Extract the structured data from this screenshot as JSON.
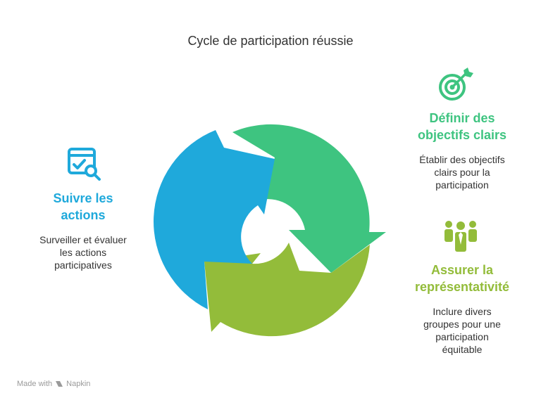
{
  "title": "Cycle de participation réussie",
  "colors": {
    "green": "#3EC480",
    "olive": "#93BC3A",
    "blue": "#1FA9DB"
  },
  "steps": [
    {
      "heading": "Définir des\nobjectifs clairs",
      "description": "Établir des objectifs\nclairs pour la\nparticipation",
      "icon": "target-icon",
      "color": "#3EC480"
    },
    {
      "heading": "Assurer la\nreprésentativité",
      "description": "Inclure divers\ngroupes pour une\nparticipation\néquitable",
      "icon": "group-icon",
      "color": "#93BC3A"
    },
    {
      "heading": "Suivre les\nactions",
      "description": "Surveiller et évaluer\nles actions\nparticipatives",
      "icon": "checklist-search-icon",
      "color": "#1FA9DB"
    }
  ],
  "footer": {
    "made_with": "Made with",
    "brand": "Napkin"
  }
}
